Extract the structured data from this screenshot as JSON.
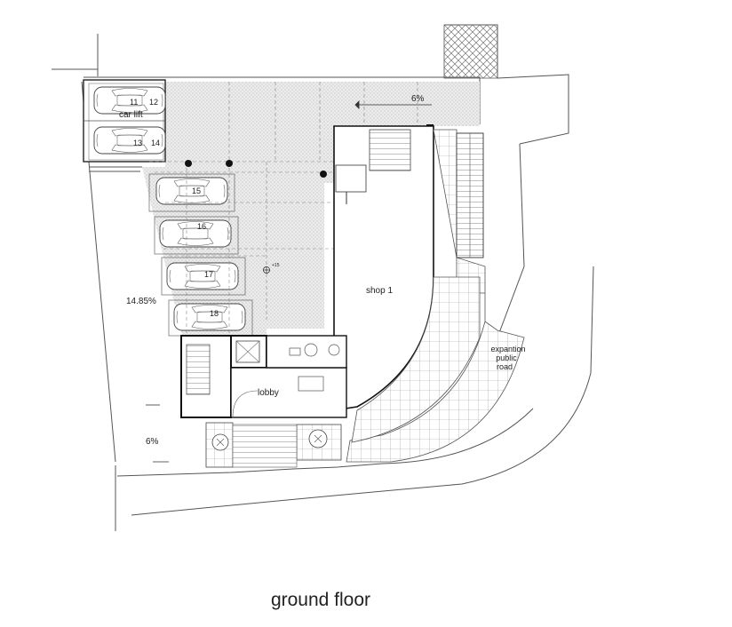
{
  "drawing": {
    "caption": "ground floor",
    "labels": {
      "slope_top": "6%",
      "slope_left": "14.85%",
      "slope_bottom": "6%",
      "car_lift": "car lift",
      "level_mark": "+15",
      "shop": "shop 1",
      "lobby": "lobby",
      "road_line1": "expantion",
      "road_line2": "public",
      "road_line3": "road"
    },
    "parking_spaces": [
      "11",
      "12",
      "13",
      "14",
      "15",
      "16",
      "17",
      "18"
    ]
  }
}
